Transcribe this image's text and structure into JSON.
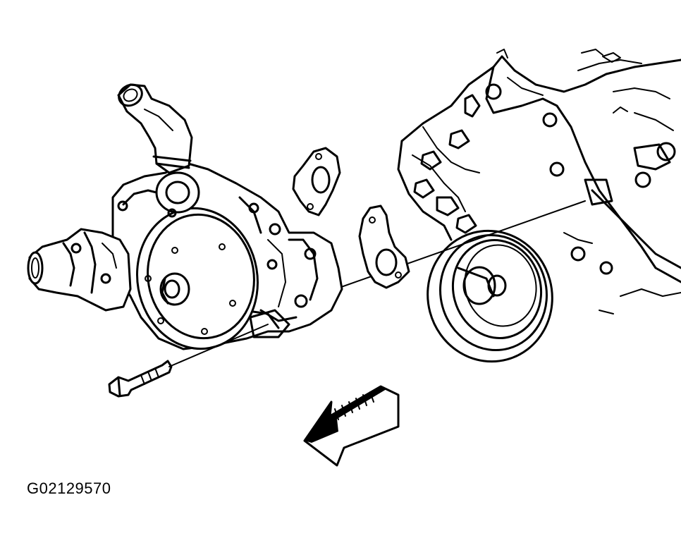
{
  "figure": {
    "id_label": "G02129570"
  },
  "colors": {
    "ink": "#000000",
    "paper": "#ffffff"
  },
  "parts": [
    "water-pump",
    "outlet-pipe",
    "inlet-fitting",
    "gasket-upper",
    "gasket-lower",
    "bolt",
    "crankshaft-pulley",
    "engine-block",
    "direction-arrow"
  ]
}
